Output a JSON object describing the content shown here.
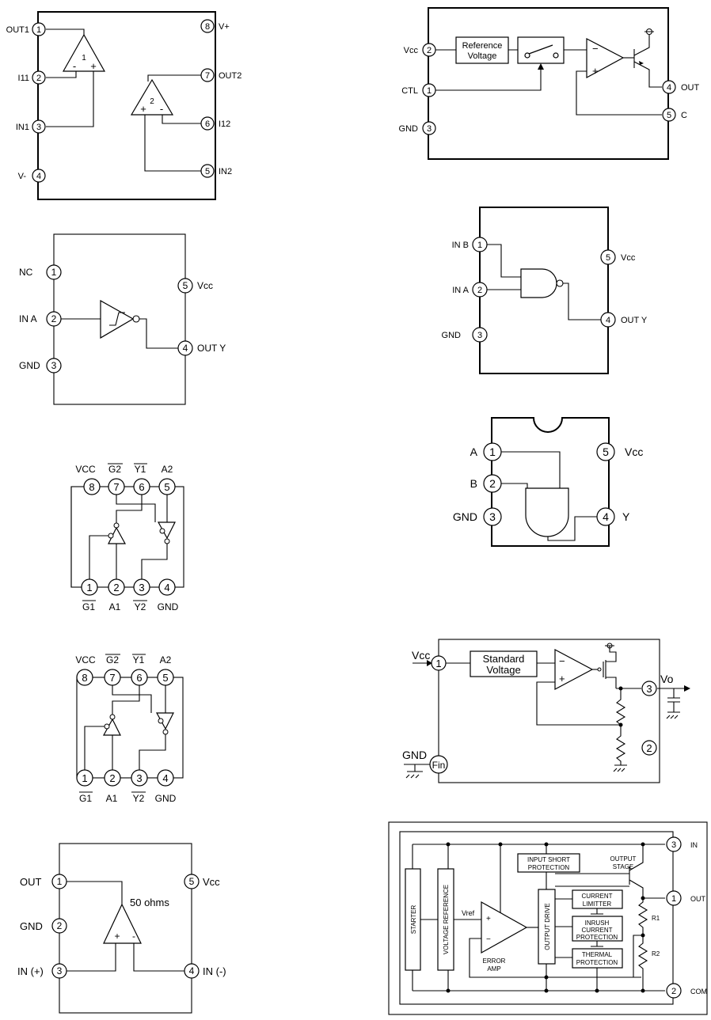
{
  "d1": {
    "pins": [
      {
        "num": "1",
        "name": "OUT1"
      },
      {
        "num": "2",
        "name": "I11"
      },
      {
        "num": "3",
        "name": "IN1"
      },
      {
        "num": "4",
        "name": "V-"
      },
      {
        "num": "5",
        "name": "IN2"
      },
      {
        "num": "6",
        "name": "I12"
      },
      {
        "num": "7",
        "name": "OUT2"
      },
      {
        "num": "8",
        "name": "V+"
      }
    ],
    "amp1": {
      "label": "1",
      "minus": "-",
      "plus": "+"
    },
    "amp2": {
      "label": "2",
      "minus": "-",
      "plus": "+"
    }
  },
  "d2": {
    "pins": [
      {
        "num": "2",
        "name": "Vcc"
      },
      {
        "num": "1",
        "name": "CTL"
      },
      {
        "num": "3",
        "name": "GND"
      },
      {
        "num": "4",
        "name": "OUT"
      },
      {
        "num": "5",
        "name": "C"
      }
    ],
    "ref_line1": "Reference",
    "ref_line2": "Voltage",
    "amp": {
      "minus": "−",
      "plus": "+"
    }
  },
  "d3": {
    "pins": [
      {
        "num": "1",
        "name": "NC"
      },
      {
        "num": "2",
        "name": "IN A"
      },
      {
        "num": "3",
        "name": "GND"
      },
      {
        "num": "4",
        "name": "OUT Y"
      },
      {
        "num": "5",
        "name": "Vcc"
      }
    ]
  },
  "d4": {
    "pins": [
      {
        "num": "1",
        "name": "IN B"
      },
      {
        "num": "2",
        "name": "IN A"
      },
      {
        "num": "3",
        "name": "GND"
      },
      {
        "num": "4",
        "name": "OUT Y"
      },
      {
        "num": "5",
        "name": "Vcc"
      }
    ]
  },
  "d5": {
    "top": [
      {
        "num": "8",
        "name": "VCC"
      },
      {
        "num": "7",
        "name": "G2"
      },
      {
        "num": "6",
        "name": "Y1"
      },
      {
        "num": "5",
        "name": "A2"
      }
    ],
    "bottom": [
      {
        "num": "1",
        "name": "G1"
      },
      {
        "num": "2",
        "name": "A1"
      },
      {
        "num": "3",
        "name": "Y2"
      },
      {
        "num": "4",
        "name": "GND"
      }
    ]
  },
  "d6": {
    "pins": [
      {
        "num": "1",
        "name": "A"
      },
      {
        "num": "2",
        "name": "B"
      },
      {
        "num": "3",
        "name": "GND"
      },
      {
        "num": "4",
        "name": "Y"
      },
      {
        "num": "5",
        "name": "Vcc"
      }
    ]
  },
  "d7": {
    "top": [
      {
        "num": "8",
        "name": "VCC"
      },
      {
        "num": "7",
        "name": "G2"
      },
      {
        "num": "6",
        "name": "Y1"
      },
      {
        "num": "5",
        "name": "A2"
      }
    ],
    "bottom": [
      {
        "num": "1",
        "name": "G1"
      },
      {
        "num": "2",
        "name": "A1"
      },
      {
        "num": "3",
        "name": "Y2"
      },
      {
        "num": "4",
        "name": "GND"
      }
    ]
  },
  "d8": {
    "vcc": "Vcc",
    "gnd": "GND",
    "pins": [
      {
        "num": "1"
      },
      {
        "num": "3"
      },
      {
        "num": "2"
      },
      {
        "num": "Fin"
      }
    ],
    "std_line1": "Standard",
    "std_line2": "Voltage",
    "vo": "Vo",
    "amp": {
      "minus": "−",
      "plus": "+"
    }
  },
  "d9": {
    "pins": [
      {
        "num": "1",
        "name": "OUT"
      },
      {
        "num": "2",
        "name": "GND"
      },
      {
        "num": "3",
        "name": "IN (+)"
      },
      {
        "num": "4",
        "name": "IN (-)"
      },
      {
        "num": "5",
        "name": "Vcc"
      }
    ],
    "ohms": "50 ohms",
    "amp": {
      "plus": "+",
      "minus": "-"
    }
  },
  "d10": {
    "pins": [
      {
        "num": "3",
        "name": "IN"
      },
      {
        "num": "1",
        "name": "OUT"
      },
      {
        "num": "2",
        "name": "COM"
      }
    ],
    "starter": "STARTER",
    "vref_block": "VOLTAGE REFERENCE",
    "vref": "Vref",
    "error_amp1": "ERROR",
    "error_amp2": "AMP",
    "output_drive": "OUTPUT DRIVE",
    "input_short1": "INPUT SHORT",
    "input_short2": "PROTECTION",
    "output_stage1": "OUTPUT",
    "output_stage2": "STAGE",
    "current_lim1": "CURRENT",
    "current_lim2": "LIMITTER",
    "inrush1": "INRUSH",
    "inrush2": "CURRENT",
    "inrush3": "PROTECTION",
    "thermal1": "THERMAL",
    "thermal2": "PROTECTION",
    "r1": "R1",
    "r2": "R2",
    "amp": {
      "plus": "+",
      "minus": "−"
    }
  }
}
